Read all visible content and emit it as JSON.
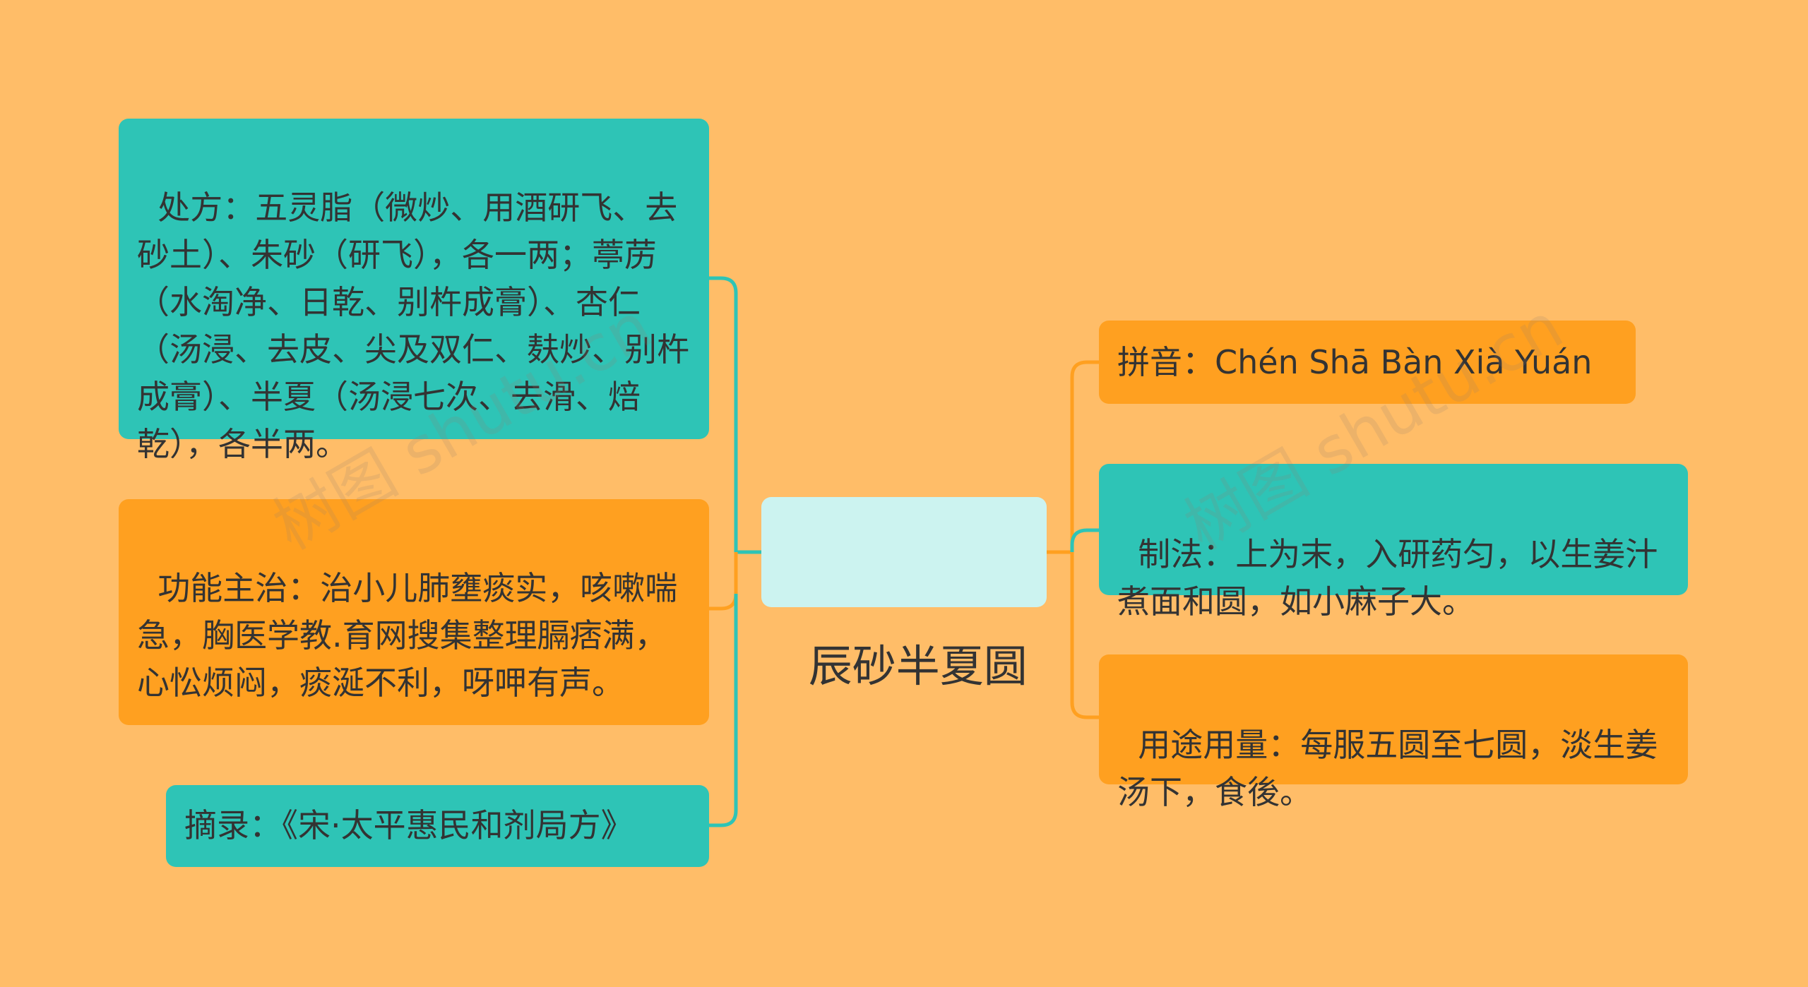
{
  "root": {
    "label": "辰砂半夏圆"
  },
  "left_nodes": [
    {
      "text": "处方：五灵脂（微炒、用酒研飞、去砂土）、朱砂（研飞），各一两；葶苈（水淘净、日乾、别杵成膏）、杏仁（汤浸、去皮、尖及双仁、麸炒、别杵成膏）、半夏（汤浸七次、去滑、焙乾），各半两。",
      "color": "#2EC4B6"
    },
    {
      "text": "功能主治：治小儿肺壅痰实，咳嗽喘急，胸医学教.育网搜集整理膈痞满，心忪烦闷，痰涎不利，呀呷有声。",
      "color": "#FFA020"
    },
    {
      "text": "摘录：《宋·太平惠民和剂局方》",
      "color": "#2EC4B6"
    }
  ],
  "right_nodes": [
    {
      "text": "拼音：Chén Shā Bàn Xià Yuán",
      "color": "#FFA020"
    },
    {
      "text": "制法：上为末，入研药匀，以生姜汁煮面和圆，如小麻子大。",
      "color": "#2EC4B6"
    },
    {
      "text": "用途用量：每服五圆至七圆，淡生姜汤下，食後。",
      "color": "#FFA020"
    }
  ],
  "watermark": {
    "text": "树图 shutu.cn"
  },
  "colors": {
    "background": "#FFBD68",
    "teal": "#2EC4B6",
    "orange": "#FFA020",
    "root": "#CCF3F0",
    "text": "#333333"
  }
}
